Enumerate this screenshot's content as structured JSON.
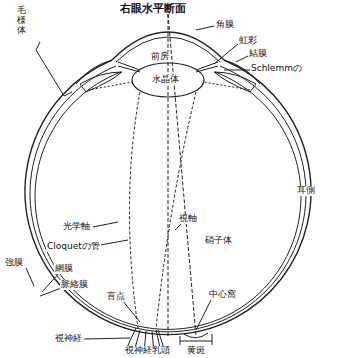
{
  "diagram": {
    "title": "右眼水平断面",
    "labels": [
      "角膜",
      "虹彩",
      "結膜",
      "Schlemmの",
      "前房",
      "水晶体",
      "毛様体",
      "耳側",
      "光学軸",
      "視軸",
      "Cloquetの管",
      "硝子体",
      "強膜",
      "網膜",
      "脈絡膜",
      "盲点",
      "中心窩",
      "黄斑",
      "視神経",
      "視神経乳頭"
    ]
  }
}
